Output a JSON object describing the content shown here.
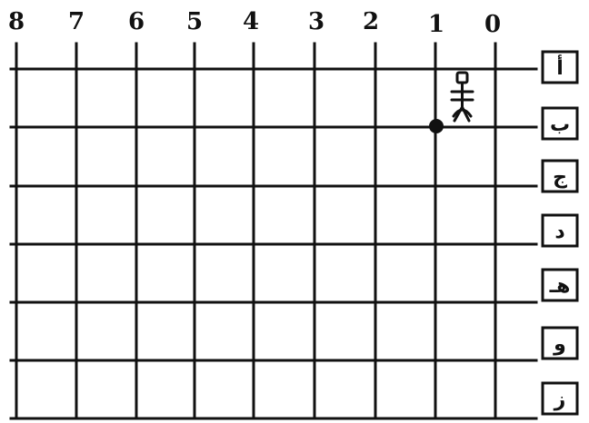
{
  "grid": {
    "column_labels": [
      "8",
      "7",
      "6",
      "5",
      "4",
      "3",
      "2",
      "1",
      "0"
    ],
    "row_labels": [
      "أ",
      "ب",
      "ج",
      "د",
      "هـ",
      "و",
      "ز"
    ],
    "line_color": "#111111",
    "background": "#ffffff"
  },
  "markers": {
    "dot": {
      "name": "dot-marker",
      "column": "1",
      "row": "ب"
    },
    "figure": {
      "name": "stick-figure-icon",
      "column": "0.5",
      "row": "أ–ب"
    }
  }
}
